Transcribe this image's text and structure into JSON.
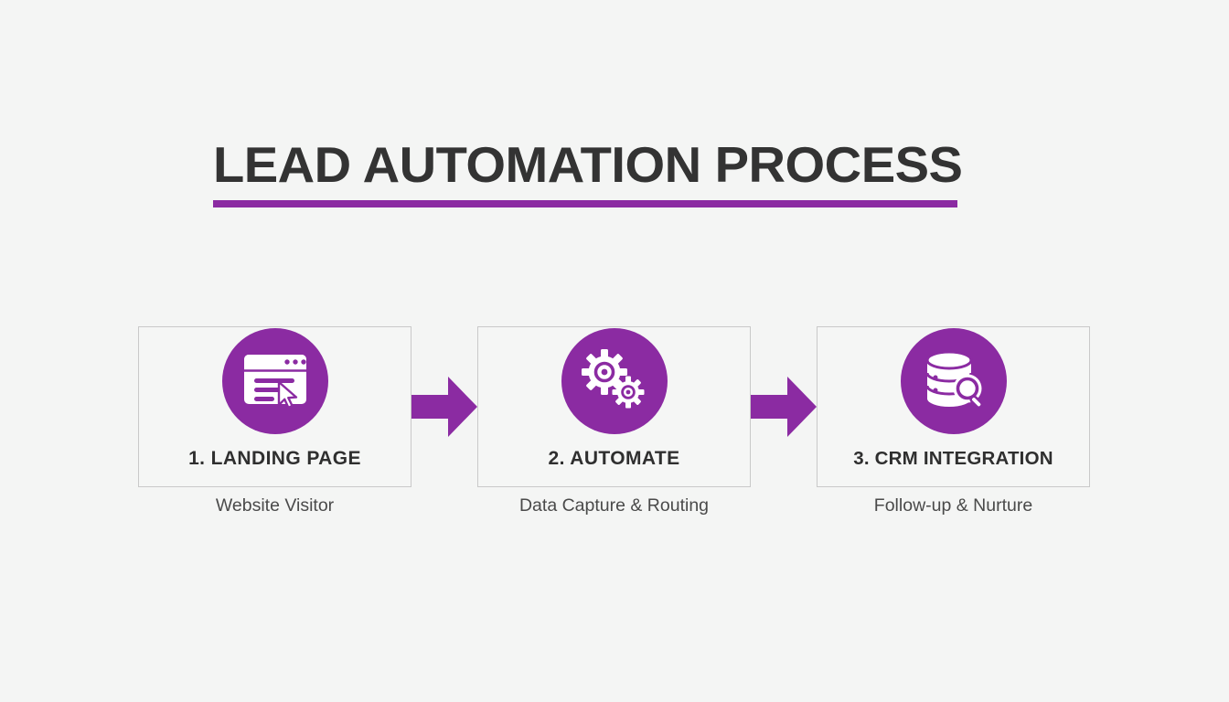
{
  "page": {
    "title": "LEAD AUTOMATION PROCESS",
    "accent_color": "#8b2ba2",
    "title_color": "#333333",
    "background_color": "#f4f5f4",
    "caption_color": "#4a4a4a",
    "card_border_color": "#c9c9c9"
  },
  "steps": [
    {
      "label": "1. LANDING PAGE",
      "caption": "Website Visitor",
      "icon": "browser-window-cursor-icon"
    },
    {
      "label": "2. AUTOMATE",
      "caption": "Data Capture & Routing",
      "icon": "gears-icon"
    },
    {
      "label": "3. CRM INTEGRATION",
      "caption": "Follow-up & Nurture",
      "icon": "database-search-icon"
    }
  ],
  "connectors": [
    {
      "name": "arrow-right",
      "from": "1. LANDING PAGE",
      "to": "2. AUTOMATE"
    },
    {
      "name": "arrow-right",
      "from": "2. AUTOMATE",
      "to": "3. CRM INTEGRATION"
    }
  ]
}
